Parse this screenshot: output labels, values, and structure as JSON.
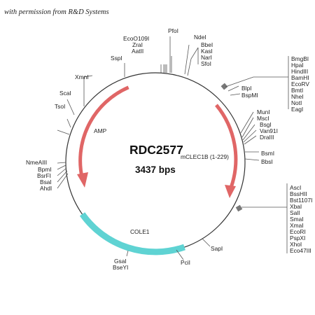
{
  "credit": "with permission from R&D Systems",
  "plasmid": {
    "name": "RDC2577",
    "size": "3437 bps"
  },
  "colors": {
    "backbone": "#333333",
    "arrow": "#e06666",
    "ori": "#5fd3d3"
  },
  "features": {
    "amp": "AMP",
    "insert": "mCLEC1B (1-229)",
    "ori": "COLE1"
  },
  "sites": {
    "top": [
      "EcoO109I",
      "ZraI",
      "AatII"
    ],
    "sspi": "SspI",
    "pfoi": "PfoI",
    "ndei": "NdeI",
    "group1": [
      "BbeI",
      "KasI",
      "NarI",
      "SfoI"
    ],
    "xmni": "XmnI",
    "scai": "ScaI",
    "tsoi": "TsoI",
    "mcs1": [
      "BmgBI",
      "HpaI",
      "HindIII",
      "BamHI",
      "EcoRV",
      "BmtI",
      "NheI",
      "NotI",
      "EagI"
    ],
    "blp": [
      "BlpI",
      "BspMI"
    ],
    "mid": [
      "MunI",
      "MscI",
      "BsgI",
      "Van91I",
      "DraIII"
    ],
    "bsm": [
      "BsmI",
      "BbsI"
    ],
    "left": [
      "NmeAIII",
      "BpmI",
      "BsrFI",
      "BsaI",
      "AhdI"
    ],
    "mcs2": [
      "AscI",
      "BssHII",
      "Bst1107I",
      "XbaI",
      "SalI",
      "SmaI",
      "XmaI",
      "EcoRI",
      "PspXI",
      "XhoI",
      "Eco47III"
    ],
    "sapi": "SapI",
    "pcii": "PciI",
    "bottom": [
      "GsaI",
      "BseYI"
    ]
  }
}
